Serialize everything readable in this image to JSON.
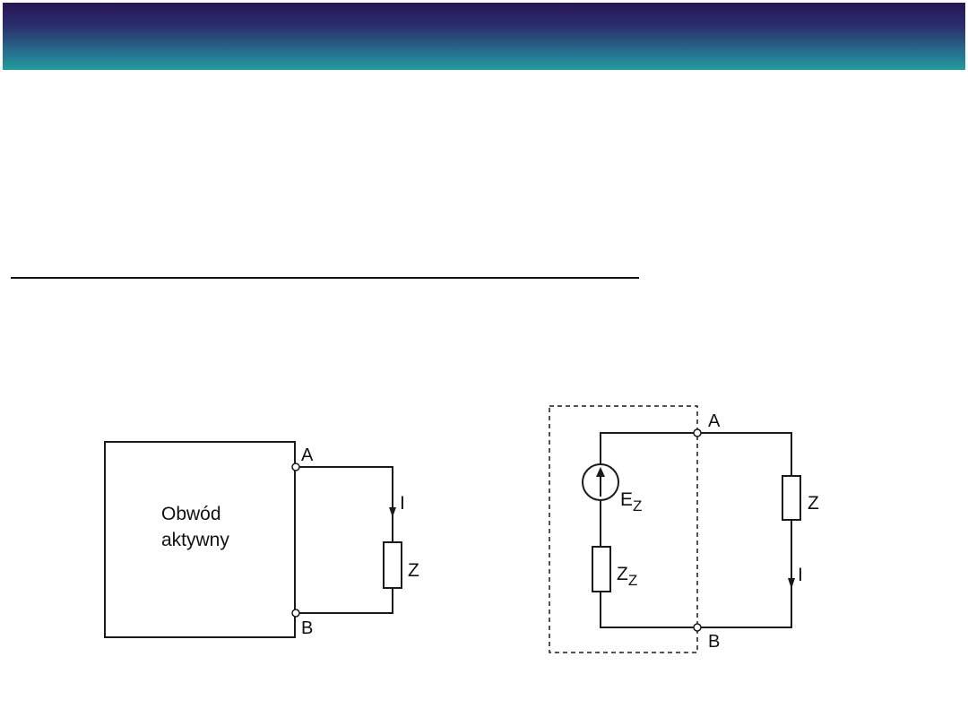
{
  "colors": {
    "header_top": "#2a1556",
    "header_bottom": "#1f9d9c",
    "ink": "#1a1a1a"
  },
  "circuit_left": {
    "box_label_line1": "Obwód",
    "box_label_line2": "aktywny",
    "terminal_a": "A",
    "terminal_b": "B",
    "current_label": "I",
    "impedance_label": "Z"
  },
  "circuit_right": {
    "source_label": "E",
    "source_subscript": "Z",
    "internal_impedance_label": "Z",
    "internal_impedance_subscript": "Z",
    "terminal_a": "A",
    "terminal_b": "B",
    "load_label": "Z",
    "current_label": "I"
  }
}
